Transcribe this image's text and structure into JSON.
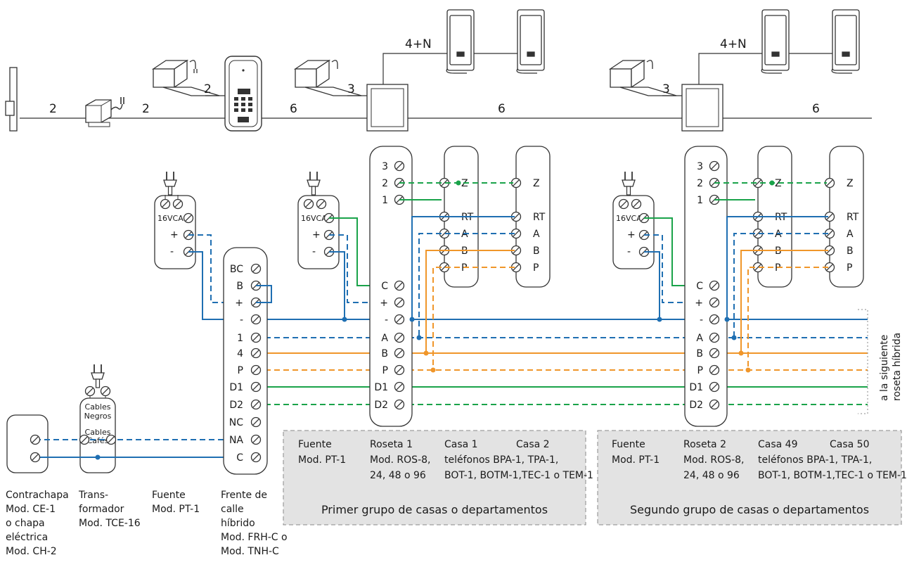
{
  "colors": {
    "blue": "#1f6fb2",
    "green": "#1aa34a",
    "orange": "#f0962a",
    "line": "#333333",
    "gray_box": "#e3e3e3"
  },
  "icons": [
    "door-strike-icon",
    "transformer-icon",
    "power-supply-icon",
    "intercom-panel-icon",
    "junction-box-icon",
    "phone-handset-icon",
    "power-plug-icon"
  ],
  "cable_counts": {
    "strike": "2",
    "transformer": "2",
    "psu1": "2",
    "panel": "6",
    "psu2": "3",
    "house_group1": "4+N",
    "trunk1": "6",
    "psu3": "3",
    "house_group2": "4+N",
    "trunk2": "6"
  },
  "psu_labels": {
    "voltage": "16VCA",
    "plus": "+",
    "minus": "-"
  },
  "transformer_labels": {
    "negros_1": "Cables",
    "negros_2": "Negros",
    "cafes_1": "Cables",
    "cafes_2": "Cafés"
  },
  "panel_terminals": [
    "BC",
    "B",
    "+",
    "-",
    "1",
    "4",
    "P",
    "D1",
    "D2",
    "NC",
    "NA",
    "C"
  ],
  "roseta_terminals_top": [
    "3",
    "2",
    "1"
  ],
  "roseta_terminals": [
    "C",
    "+",
    "-",
    "A",
    "B",
    "P",
    "D1",
    "D2"
  ],
  "house_terminals": [
    "Z",
    "RT",
    "A",
    "B",
    "P"
  ],
  "side_note": {
    "line1": "a la siguiente",
    "line2": "roseta híbrida"
  },
  "captions": {
    "strike": [
      "Contrachapa",
      "Mod. CE-1",
      "o chapa",
      "eléctrica",
      "Mod. CH-2"
    ],
    "transformer": [
      "Trans-",
      "formador",
      "Mod. TCE-16"
    ],
    "psu": [
      "Fuente",
      "Mod. PT-1"
    ],
    "panel": [
      "Frente de",
      "calle",
      "híbrido",
      "Mod. FRH-C o",
      "Mod. TNH-C"
    ]
  },
  "group1": {
    "psu": [
      "Fuente",
      "Mod. PT-1"
    ],
    "roseta": [
      "Roseta 1",
      "Mod. ROS-8,",
      "24, 48 o 96"
    ],
    "casa_a": [
      "Casa 1",
      "teléfonos BPA-1, TPA-1,",
      "BOT-1, BOTM-1,TEC-1 o TEM-1"
    ],
    "casa_b": "Casa 2",
    "title": "Primer grupo de casas o departamentos"
  },
  "group2": {
    "psu": [
      "Fuente",
      "Mod. PT-1"
    ],
    "roseta": [
      "Roseta 2",
      "Mod. ROS-8,",
      "24, 48 o 96"
    ],
    "casa_a": [
      "Casa 49",
      "teléfonos BPA-1, TPA-1,",
      "BOT-1, BOTM-1,TEC-1 o TEM-1"
    ],
    "casa_b": "Casa 50",
    "title": "Segundo grupo de casas o departamentos"
  }
}
